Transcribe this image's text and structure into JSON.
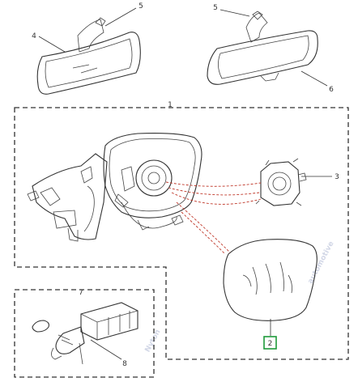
{
  "watermark": {
    "line1": "Nyton",
    "line2": "automotive"
  },
  "callouts": {
    "c1": "1",
    "c2": "2",
    "c3": "3",
    "c4": "4",
    "c5a": "5",
    "c5b": "5",
    "c6": "6",
    "c7": "7",
    "c8": "8"
  },
  "highlight_color": "#1e9a3a",
  "icons": [
    "interior-mirror",
    "exterior-mirror-assembly",
    "mirror-glass",
    "mirror-motor",
    "bulb",
    "cable-harness"
  ]
}
